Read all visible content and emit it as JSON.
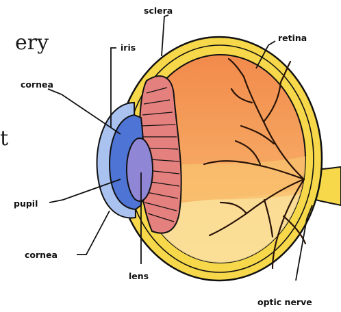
{
  "page_fragments": {
    "frag1": "ery",
    "frag2": "t"
  },
  "labels": {
    "sclera": "sclera",
    "iris": "iris",
    "cornea_top": "cornea",
    "retina": "retina",
    "pupil": "pupil",
    "cornea_bottom": "cornea",
    "lens": "lens",
    "optic_nerve": "optic nerve"
  },
  "colors": {
    "sclera": "#f6d84a",
    "outline": "#111111",
    "vitreous": "#f39a5a",
    "vitreous_light": "#f9cf74",
    "iris_blue": "#4e74d6",
    "cornea_blue": "#a9c2f0",
    "lens_purple": "#8f86d6",
    "ciliary": "#e4807d",
    "vessels": "#2a1408"
  }
}
